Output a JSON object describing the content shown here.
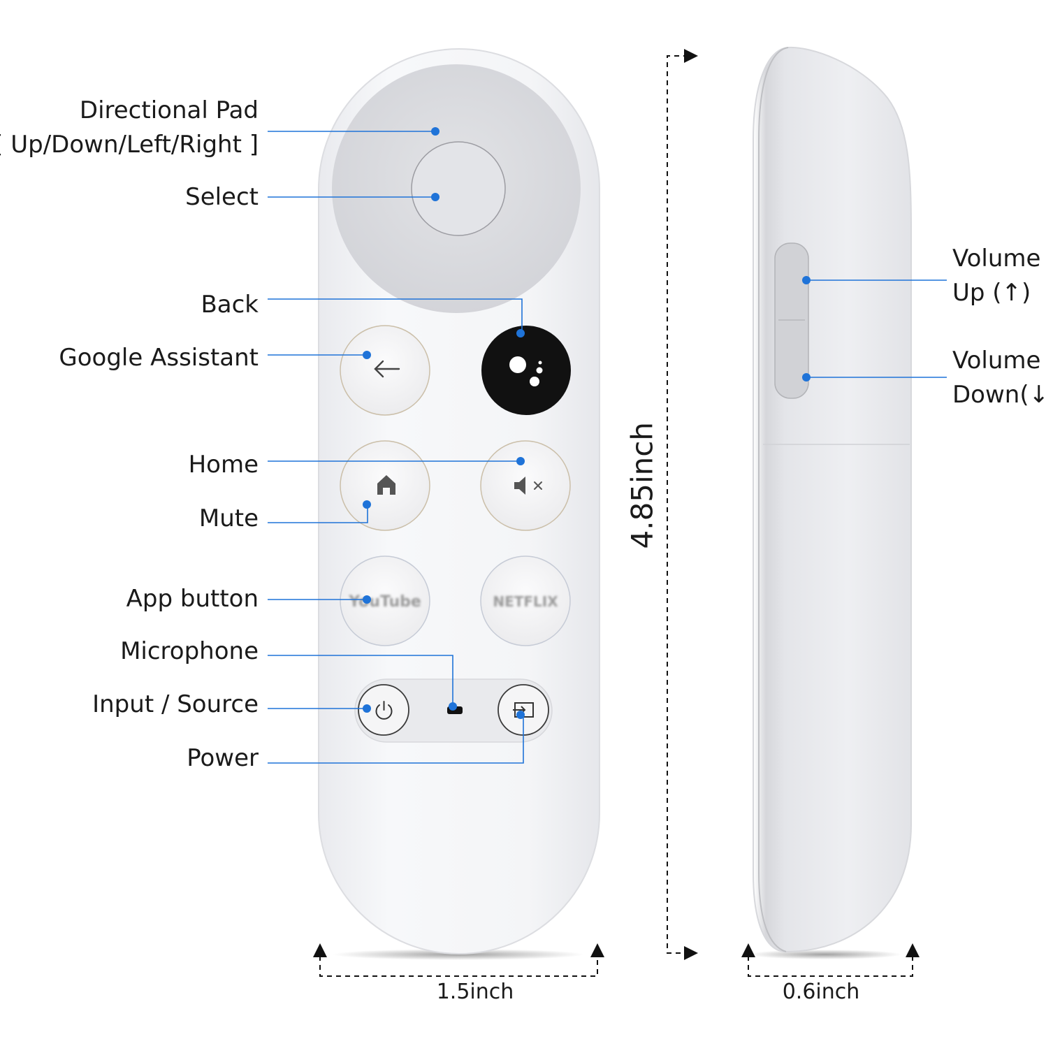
{
  "labels": {
    "directional_pad_line1": "Directional Pad",
    "directional_pad_line2": "[ Up/Down/Left/Right ]",
    "select": "Select",
    "back": "Back",
    "google_assistant": "Google Assistant",
    "home": "Home",
    "mute": "Mute",
    "app_button": "App button",
    "microphone": "Microphone",
    "input_source": "Input / Source",
    "power": "Power",
    "volume_up_line1": "Volume",
    "volume_up_line2": "Up (↑)",
    "volume_down_line1": "Volume",
    "volume_down_line2": "Down(↓)"
  },
  "dimensions": {
    "height": "4.85inch",
    "front_width": "1.5inch",
    "side_depth": "0.6inch"
  },
  "app_buttons": {
    "left": "YouTube",
    "right": "NETFLIX"
  },
  "colors": {
    "leader_line": "#1f73d8",
    "leader_dot": "#1f73d8",
    "remote_body": "#f4f5f7",
    "dpad": "#d8d9dd",
    "assistant_button": "#111111"
  },
  "icons": {
    "back": "back-arrow-icon",
    "assistant": "google-assistant-icon",
    "home": "home-icon",
    "mute": "mute-icon",
    "power": "power-icon",
    "input": "input-source-icon",
    "microphone": "microphone-icon"
  }
}
